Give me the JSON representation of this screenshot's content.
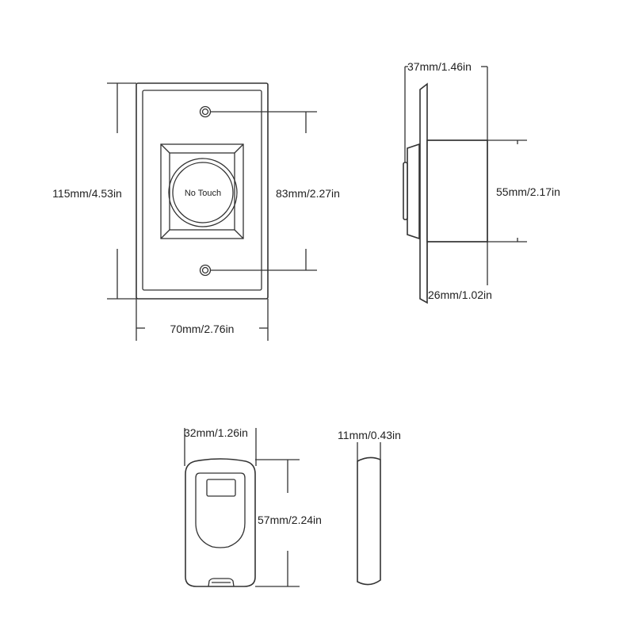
{
  "front_view": {
    "button_text": "No Touch",
    "height_label": "115mm/4.53in",
    "hole_spacing_label": "83mm/2.27in",
    "width_label": "70mm/2.76in"
  },
  "side_view": {
    "depth_label": "37mm/1.46in",
    "body_height_label": "55mm/2.17in",
    "body_depth_label": "26mm/1.02in"
  },
  "remote_front": {
    "width_label": "32mm/1.26in",
    "height_label": "57mm/2.24in"
  },
  "remote_side": {
    "thickness_label": "11mm/0.43in"
  }
}
